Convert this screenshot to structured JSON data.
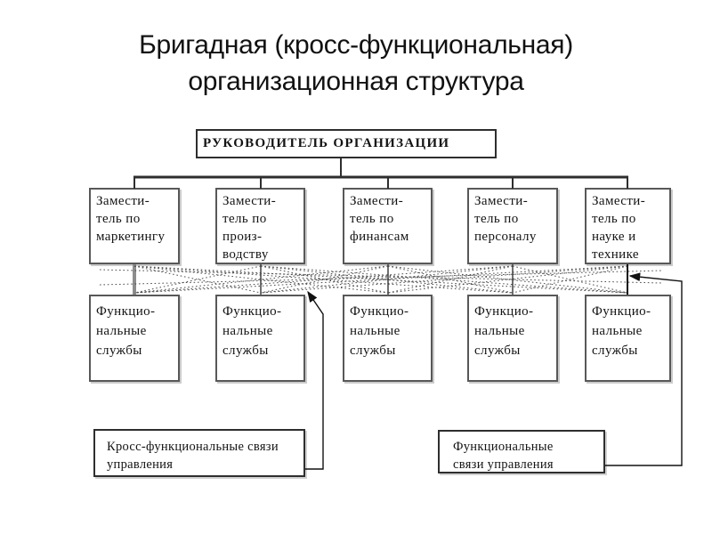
{
  "title": {
    "text": "Бригадная (кросс-функциональная)\nорганизационная структура"
  },
  "chart": {
    "root": {
      "label": "РУКОВОДИТЕЛЬ ОРГАНИЗАЦИИ"
    },
    "deputies": [
      {
        "label": "Замести-\nтель по\nмаркетингу"
      },
      {
        "label": "Замести-\nтель по\nпроиз-\nводству"
      },
      {
        "label": "Замести-\nтель по\nфинансам"
      },
      {
        "label": "Замести-\nтель по\nперсоналу"
      },
      {
        "label": "Замести-\nтель по\nнауке и\nтехнике"
      }
    ],
    "services": [
      {
        "label": "Функцио-\nнальные\nслужбы"
      },
      {
        "label": "Функцио-\nнальные\nслужбы"
      },
      {
        "label": "Функцио-\nнальные\nслужбы"
      },
      {
        "label": "Функцио-\nнальные\nслужбы"
      },
      {
        "label": "Функцио-\nнальные\nслужбы"
      }
    ],
    "legend": {
      "cross_functional": {
        "label": "Кросс-функциональные связи\nуправления"
      },
      "functional": {
        "label": "Функциональные\nсвязи управления"
      }
    },
    "colors": {
      "background": "#ffffff",
      "text": "#141414",
      "line": "#2e2e2e",
      "box_border": "#585858",
      "mesh_dots": "#3a3a3a"
    }
  }
}
